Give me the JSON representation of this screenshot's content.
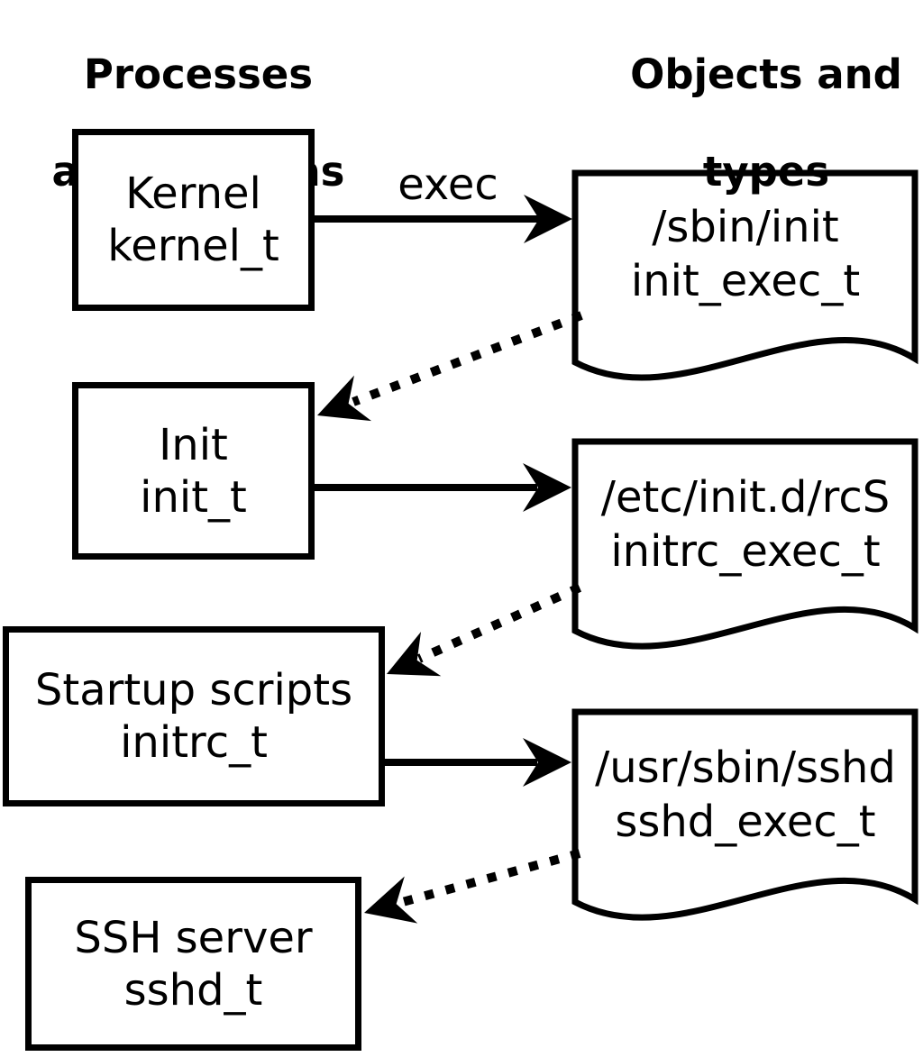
{
  "headings": {
    "left": {
      "line1": "Processes",
      "line2": "and domains"
    },
    "right": {
      "line1": "Objects and",
      "line2": "types"
    }
  },
  "arrow_labels": {
    "exec": "exec"
  },
  "process_nodes": [
    {
      "label": "Kernel",
      "domain": "kernel_t"
    },
    {
      "label": "Init",
      "domain": "init_t"
    },
    {
      "label": "Startup scripts",
      "domain": "initrc_t"
    },
    {
      "label": "SSH server",
      "domain": "sshd_t"
    }
  ],
  "object_nodes": [
    {
      "path": "/sbin/init",
      "type": "init_exec_t"
    },
    {
      "path": "/etc/init.d/rcS",
      "type": "initrc_exec_t"
    },
    {
      "path": "/usr/sbin/sshd",
      "type": "sshd_exec_t"
    }
  ],
  "colors": {
    "foreground": "#000000",
    "background": "#ffffff"
  }
}
